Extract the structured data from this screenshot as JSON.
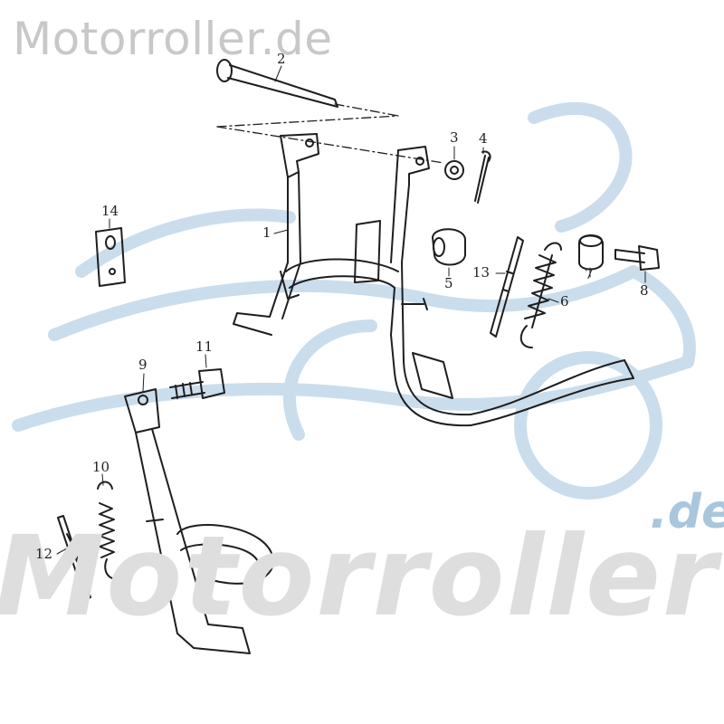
{
  "watermark": {
    "top_text": "Motorroller.de",
    "big_text": "Motorroller",
    "domain_suffix": ".de",
    "scooter_logo_color": "#b9d2e6"
  },
  "callouts": {
    "c1": "1",
    "c2": "2",
    "c3": "3",
    "c4": "4",
    "c5": "5",
    "c6": "6",
    "c7": "7",
    "c8": "8",
    "c9": "9",
    "c10": "10",
    "c11": "11",
    "c12": "12",
    "c13": "13",
    "c14": "14"
  },
  "line_color": "#1e1e1e"
}
